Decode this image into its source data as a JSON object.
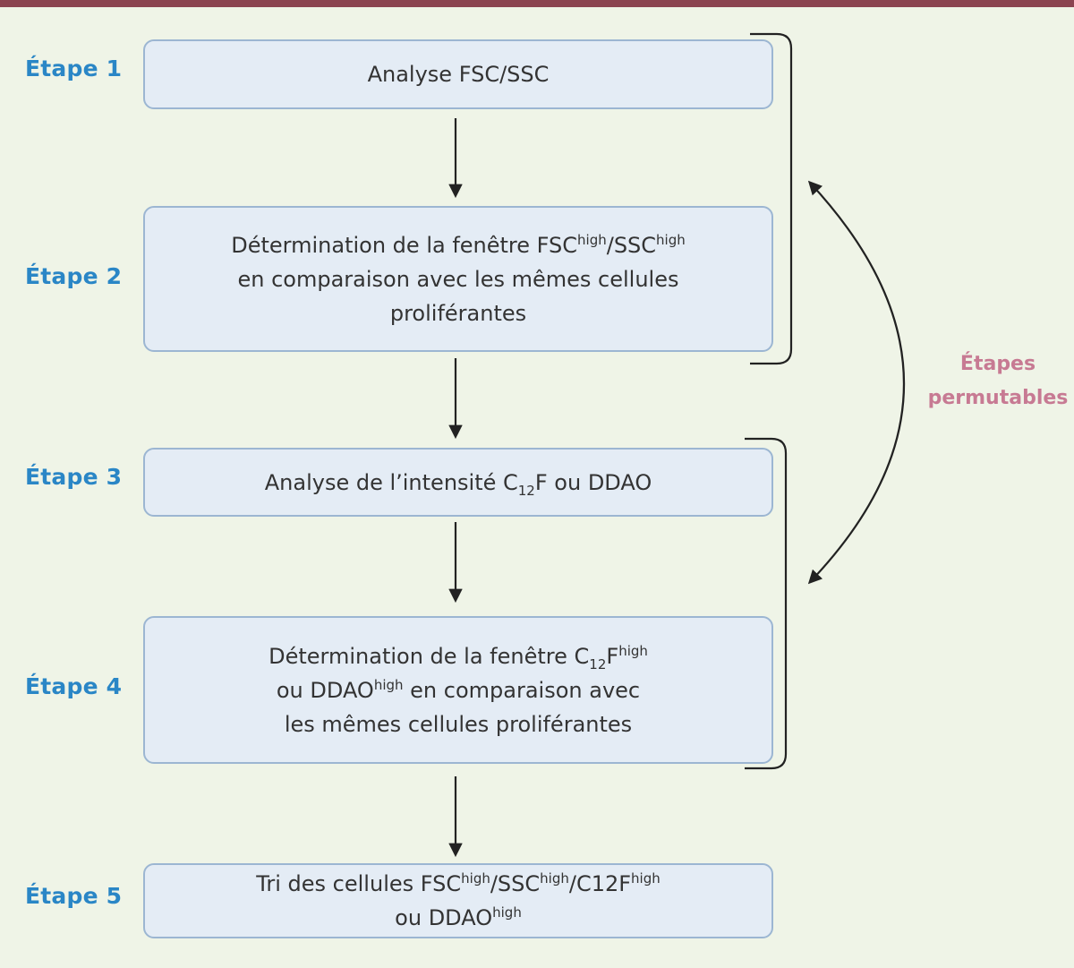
{
  "steps": [
    {
      "label": "Étape 1"
    },
    {
      "label": "Étape 2"
    },
    {
      "label": "Étape 3"
    },
    {
      "label": "Étape 4"
    },
    {
      "label": "Étape 5"
    }
  ],
  "boxes": {
    "b1": {
      "t1": "Analyse FSC/SSC"
    },
    "b2": {
      "t1": "Détermination de la fenêtre FSC",
      "sup1": "high",
      "t2": "/SSC",
      "sup2": "high",
      "line2": "en comparaison avec les mêmes cellules",
      "line3": "proliférantes"
    },
    "b3": {
      "t1": "Analyse de l’intensité C",
      "sub1": "12",
      "t2": "F ou DDAO"
    },
    "b4": {
      "t1": "Détermination de la fenêtre C",
      "sub1": "12",
      "t2": "F",
      "sup1": "high",
      "l2a": "ou DDAO",
      "sup2": "high",
      "l2b": " en comparaison avec",
      "line3": "les mêmes cellules proliférantes"
    },
    "b5": {
      "t1": "Tri des cellules FSC",
      "sup1": "high",
      "t2": "/SSC",
      "sup2": "high",
      "t3": "/C12F",
      "sup3": "high",
      "l2a": "ou DDAO",
      "sup4": "high"
    }
  },
  "side_note": {
    "line1": "Étapes",
    "line2": "permutables"
  },
  "colors": {
    "step_label": "#2a86c6",
    "side_note": "#c77a93",
    "box_fill": "#e4ecf5",
    "box_border": "#9cb6d2",
    "top_bar": "#8b4450",
    "background": "#eff4e7"
  }
}
